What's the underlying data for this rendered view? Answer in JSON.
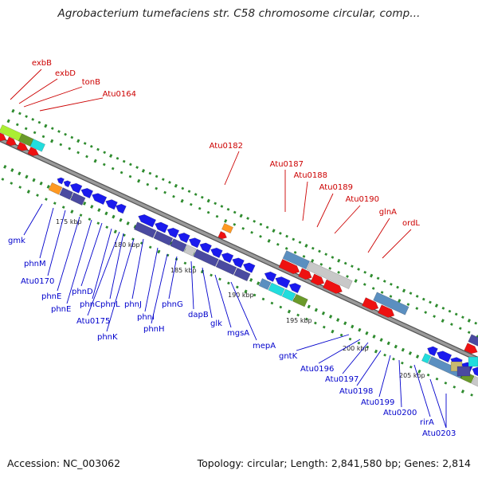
{
  "title": "Agrobacterium tumefaciens str. C58 chromosome circular, comp...",
  "footer": {
    "accession": "Accession: NC_003062",
    "topology": "Topology: circular; Length: 2,841,580 bp; Genes: 2,814"
  },
  "colors": {
    "backbone": "#9a9a9a",
    "backbone_dark": "#555555",
    "dot_green": "#2e8b2e",
    "label_red": "#cc0000",
    "label_blue": "#0000cc",
    "forward_gene_red": "#ee1111",
    "reverse_gene_blue": "#1a1aee",
    "gene_slate": "#4a4aa0",
    "gene_steelblue": "#5b8fc0",
    "gene_lightgray": "#c8c8c8",
    "gene_cyan": "#22dddd",
    "gene_olive": "#6a9a2a",
    "gene_orange": "#ff9922",
    "gene_lime": "#aaee33"
  },
  "tick_labels": [
    "175 kbp",
    "180 kbp",
    "185 kbp",
    "190 kbp",
    "195 kbp",
    "200 kbp",
    "205 kbp"
  ],
  "forward_gene_labels": [
    "exbB",
    "exbD",
    "tonB",
    "Atu0164",
    "Atu0182",
    "Atu0187",
    "Atu0188",
    "Atu0189",
    "Atu0190",
    "glnA",
    "ordL"
  ],
  "reverse_gene_labels": [
    "gmk",
    "phnM",
    "Atu0170",
    "phnE",
    "phnE",
    "phnD",
    "phnC",
    "phnL",
    "phnJ",
    "phnI",
    "phnH",
    "phnK",
    "Atu0175",
    "phnG",
    "dapB",
    "glk",
    "mgsA",
    "mepA",
    "gntK",
    "Atu0196",
    "Atu0197",
    "Atu0198",
    "Atu0199",
    "Atu0200",
    "rirA",
    "Atu0203"
  ]
}
